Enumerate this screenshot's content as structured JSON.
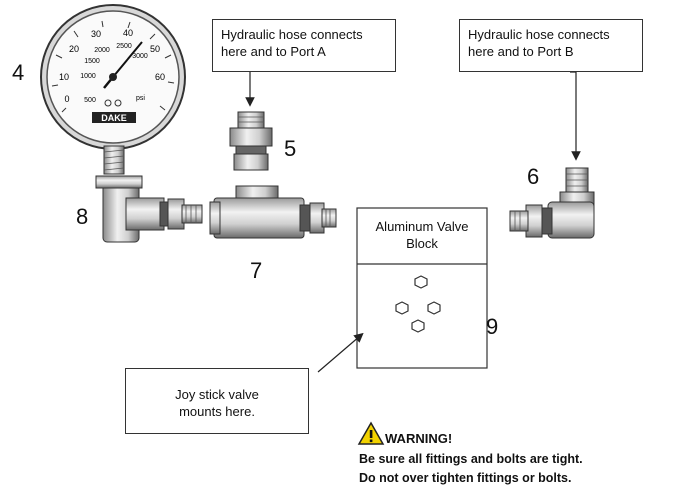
{
  "labels": {
    "n4": "4",
    "n5": "5",
    "n6": "6",
    "n7": "7",
    "n8": "8",
    "n9": "9"
  },
  "callouts": {
    "port_a": "Hydraulic hose connects here and to Port A",
    "port_b": "Hydraulic hose connects here and to Port B",
    "joystick": "Joy stick valve mounts here."
  },
  "valve_block": {
    "title": "Aluminum Valve Block"
  },
  "gauge": {
    "ticks": [
      "0",
      "10",
      "20",
      "30",
      "40",
      "50",
      "60"
    ],
    "inner_ticks": [
      "500",
      "1000",
      "1500",
      "2000",
      "2500",
      "3000"
    ],
    "unit": "psi",
    "brand": "DAKE"
  },
  "warning": {
    "title": "WARNING!",
    "line1": "Be sure all fittings and bolts are tight.",
    "line2": "Do not over tighten fittings or bolts."
  },
  "colors": {
    "line": "#222222",
    "metal_light": "#e8e8e8",
    "metal_mid": "#b5b5b5",
    "metal_dark": "#6e6e6e",
    "warning_yellow": "#f2d200"
  }
}
